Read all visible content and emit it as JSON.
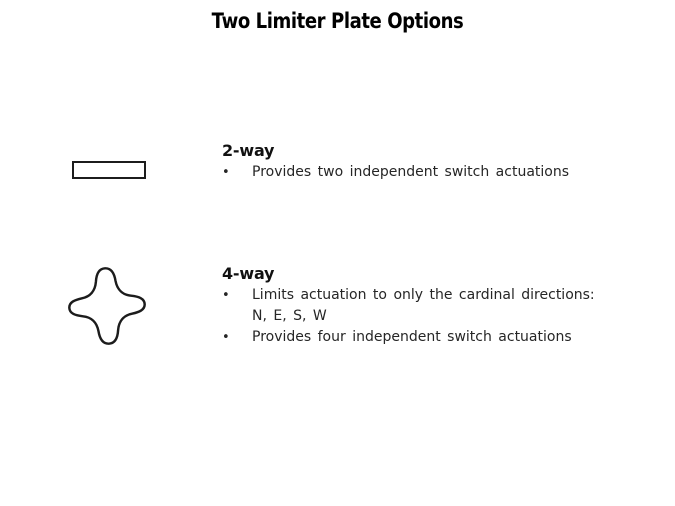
{
  "slide": {
    "title": "Two Limiter Plate Options",
    "bullet_char": "•",
    "colors": {
      "background": "#ffffff",
      "title_text": "#000000",
      "body_text": "#262626",
      "shape_stroke": "#1c1c1c"
    },
    "sections": [
      {
        "heading": "2-way",
        "shape": "rectangle-plate",
        "bullets": [
          {
            "lines": [
              "Provides two independent switch actuations"
            ]
          }
        ]
      },
      {
        "heading": "4-way",
        "shape": "four-point-star-plate",
        "bullets": [
          {
            "lines": [
              "Limits actuation to only the cardinal directions:",
              "N, E, S, W"
            ]
          },
          {
            "lines": [
              "Provides four independent switch actuations"
            ]
          }
        ]
      }
    ]
  }
}
